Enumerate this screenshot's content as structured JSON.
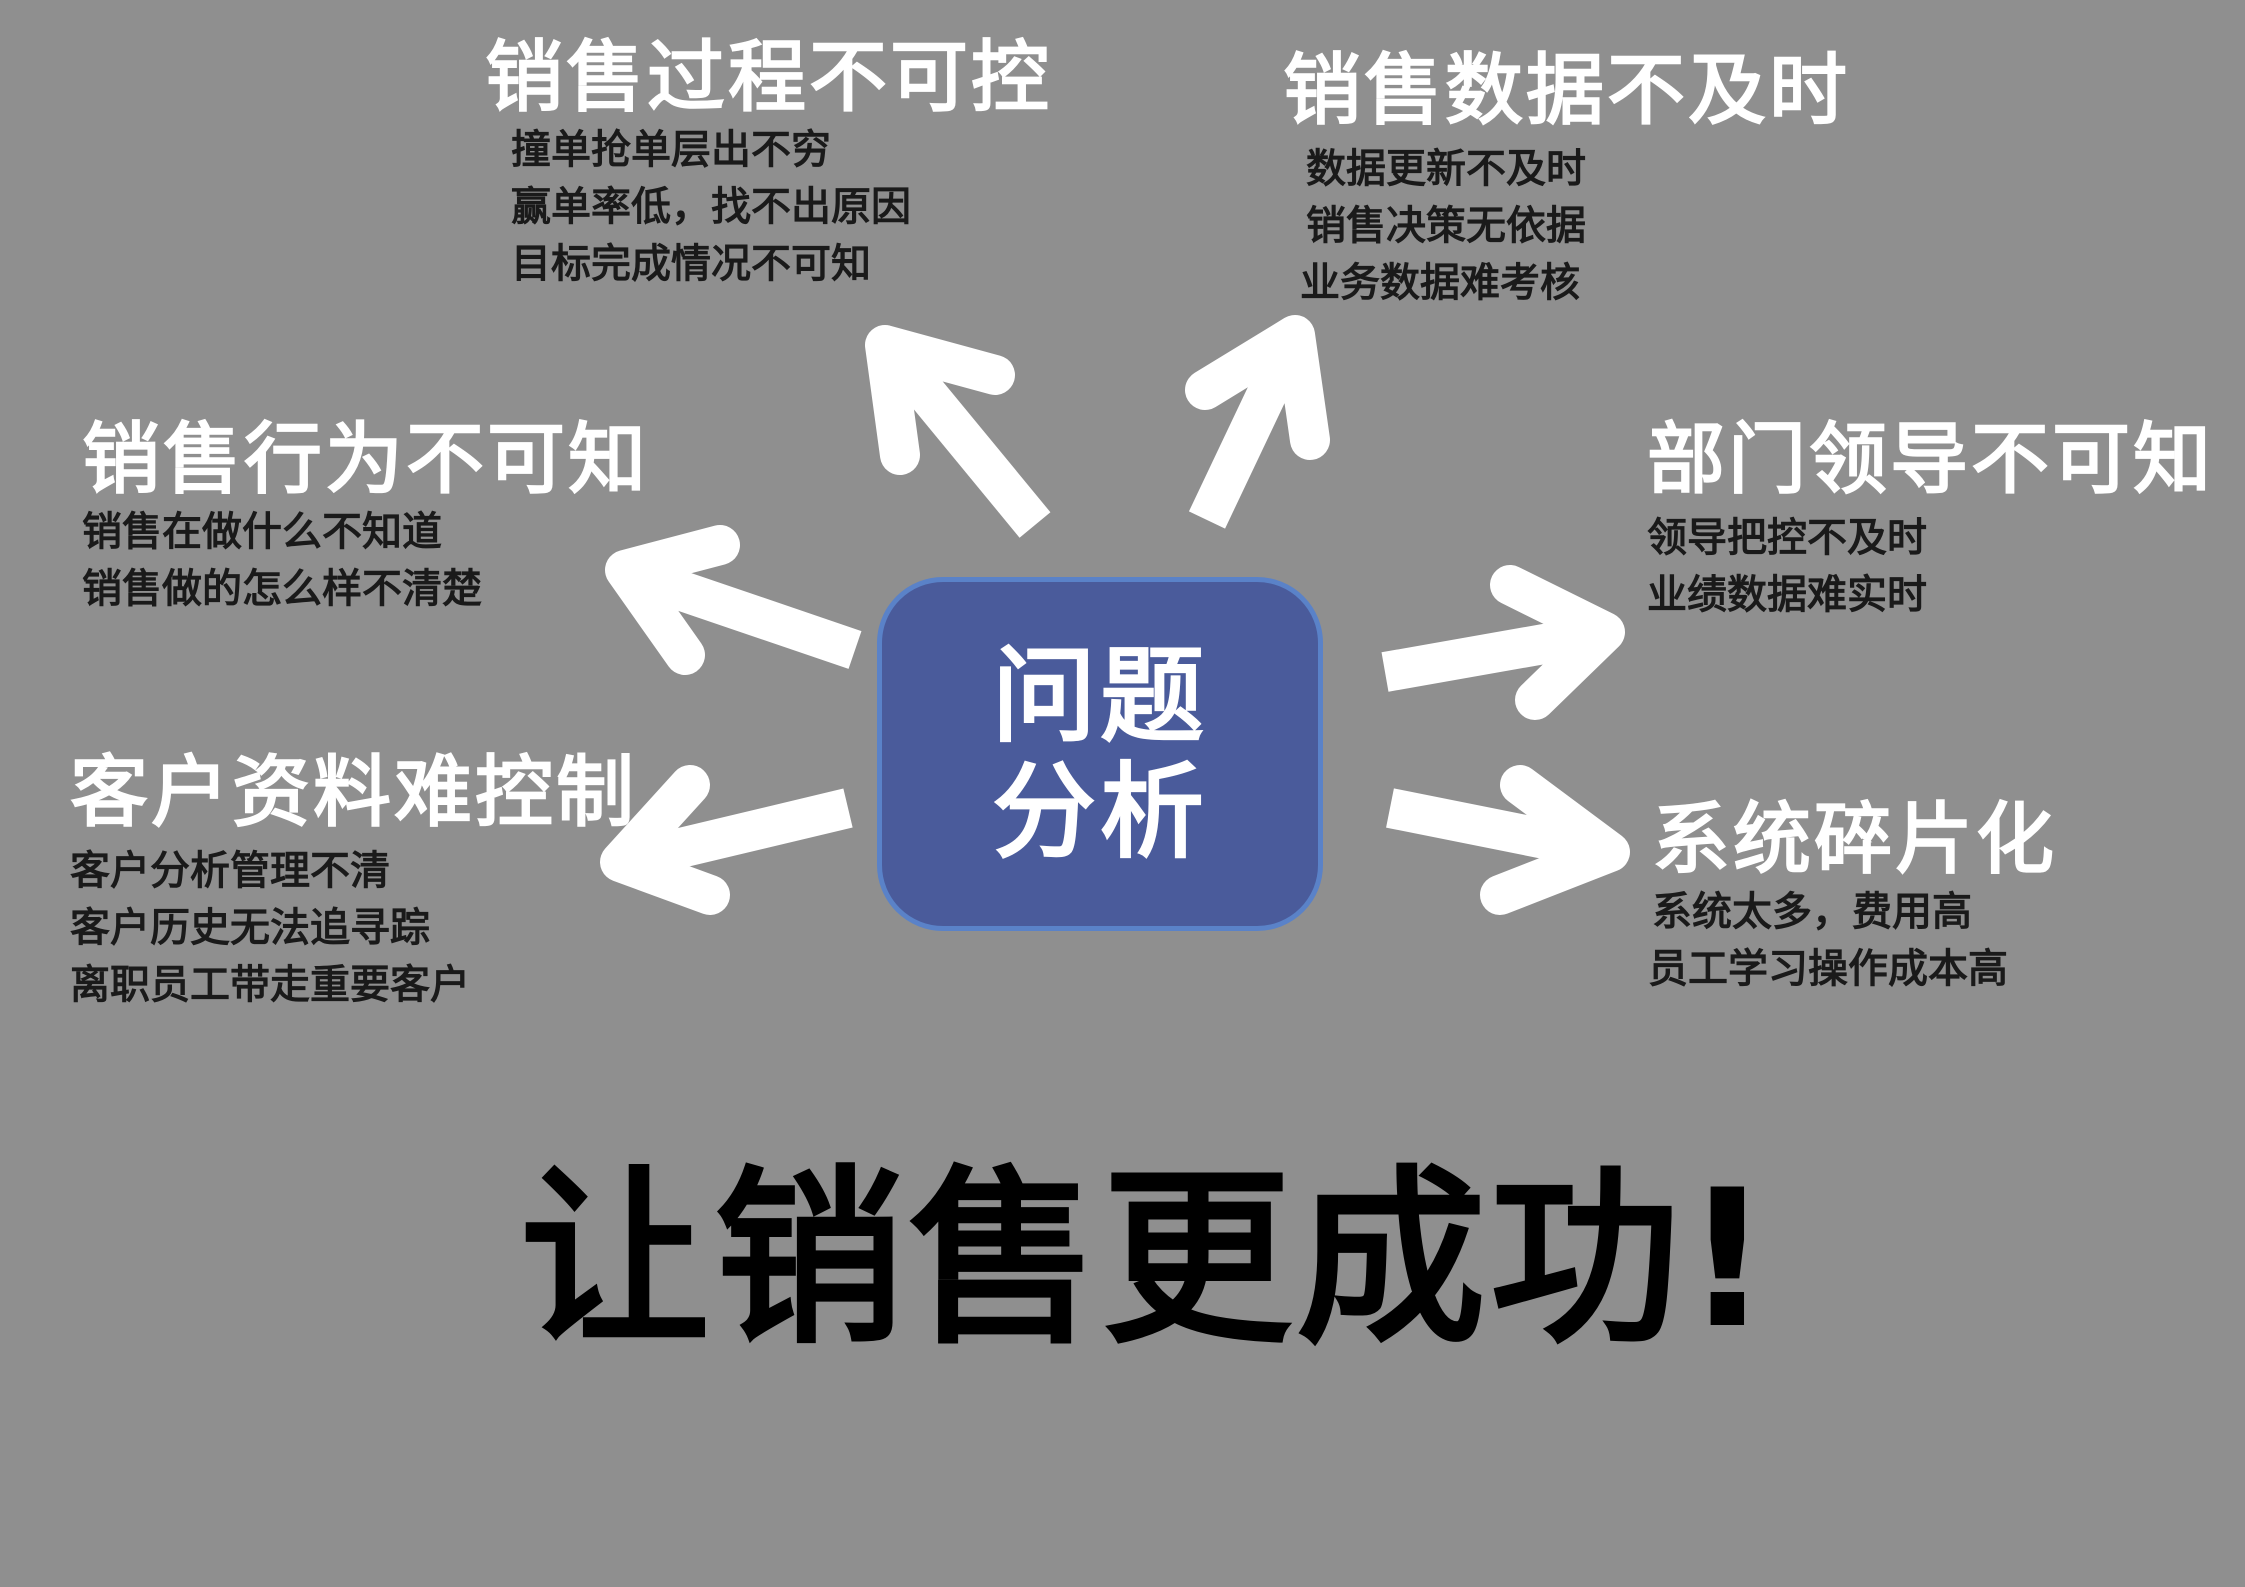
{
  "center": {
    "line1": "问题",
    "line2": "分析"
  },
  "topics": [
    {
      "title": "销售过程不可控",
      "lines": [
        "撞单抢单层出不穷",
        "赢单率低，找不出原因",
        "目标完成情况不可知"
      ]
    },
    {
      "title": "销售数据不及时",
      "lines": [
        "数据更新不及时",
        "销售决策无依据",
        "业务数据难考核"
      ]
    },
    {
      "title": "销售行为不可知",
      "lines": [
        "销售在做什么不知道",
        "销售做的怎么样不清楚"
      ]
    },
    {
      "title": "部门领导不可知",
      "lines": [
        "领导把控不及时",
        "业绩数据难实时"
      ]
    },
    {
      "title": "客户资料难控制",
      "lines": [
        "客户分析管理不清",
        "客户历史无法追寻踪",
        "离职员工带走重要客户"
      ]
    },
    {
      "title": "系统碎片化",
      "lines": [
        "系统太多，费用高",
        "员工学习操作成本高"
      ]
    }
  ],
  "slogan": "让销售更成功!",
  "colors": {
    "background": "#8f8f8f",
    "center_fill": "#4a5b9b",
    "center_border": "#5a82c8",
    "arrow": "#ffffff",
    "title_text": "#ffffff",
    "body_text": "#1a1a1a",
    "slogan_text": "#000000"
  }
}
